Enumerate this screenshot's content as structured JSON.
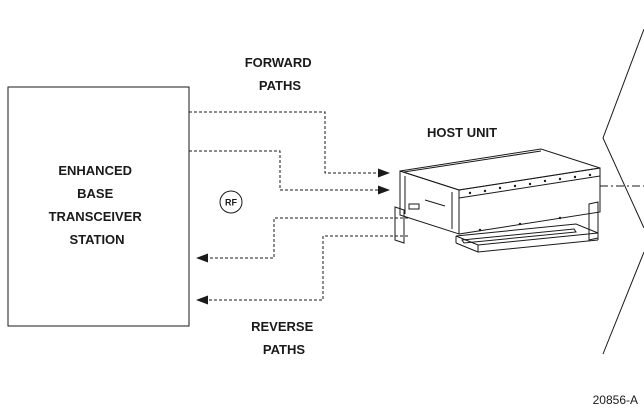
{
  "diagram": {
    "station_label": [
      "ENHANCED",
      "BASE",
      "TRANSCEIVER",
      "STATION"
    ],
    "rf_badge": "RF",
    "forward_label": [
      "FORWARD",
      "PATHS"
    ],
    "host_label": "HOST UNIT",
    "reverse_label": [
      "REVERSE",
      "PATHS"
    ],
    "figure_id": "20856-A"
  }
}
